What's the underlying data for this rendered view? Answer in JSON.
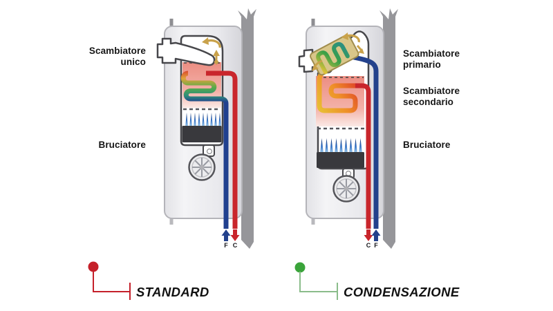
{
  "diagram": {
    "left": {
      "legend_label": "STANDARD",
      "labels": {
        "exchanger": "Scambiatore unico",
        "burner": "Bruciatore"
      },
      "pipes": {
        "cold_letter": "F",
        "hot_letter": "C"
      },
      "legend_dot_color": "#c5202a",
      "legend_line_color": "#c5202a"
    },
    "right": {
      "legend_label": "CONDENSAZIONE",
      "labels": {
        "primary_exchanger": "Scambiatore primario",
        "secondary_exchanger": "Scambiatore secondario",
        "burner": "Bruciatore"
      },
      "pipes": {
        "hot_letter": "C",
        "cold_letter": "F"
      },
      "legend_dot_color": "#3aa43a",
      "legend_line_color": "#8abc8a"
    },
    "colors": {
      "hot_pipe": "#c9262c",
      "cold_pipe": "#23418c",
      "flame_blue": "#2f6cc0",
      "combustion_pink": "#ed9186",
      "gold_arrows": "#c9a24b",
      "wall_bar_gray": "#96969a"
    }
  }
}
